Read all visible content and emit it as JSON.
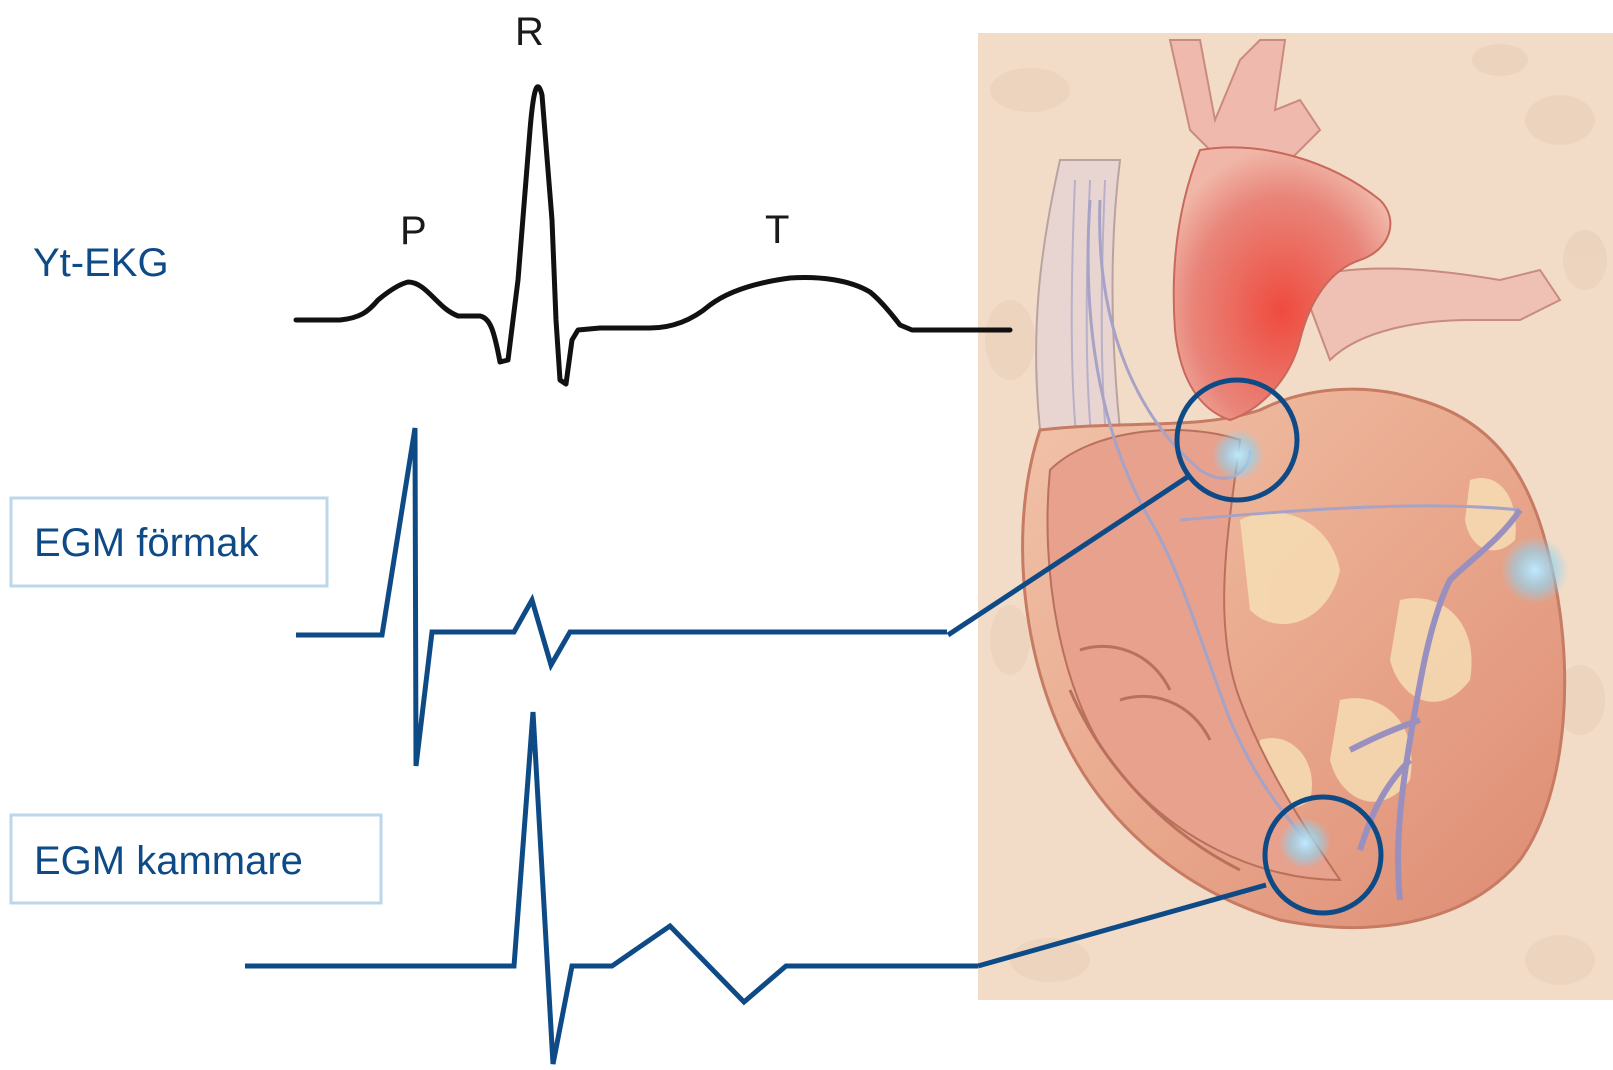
{
  "labels": {
    "surface_ecg": "Yt-EKG",
    "egm_atrium": "EGM förmak",
    "egm_ventricle": "EGM kammare"
  },
  "waves": {
    "p": "P",
    "r": "R",
    "t": "T"
  },
  "colors": {
    "ecg_trace": "#111111",
    "egm_trace": "#0e4b86",
    "label_text": "#0e4b86",
    "label_box_border": "#bcd6ea",
    "background_tissue": "#f2dcc8",
    "heart_muscle": "#e8a38a",
    "aorta": "#e96b5e",
    "highlight_glow": "#8fd3f0"
  },
  "icons": {
    "heart": "heart-illustration",
    "electrode_marker": "circle-highlight"
  }
}
